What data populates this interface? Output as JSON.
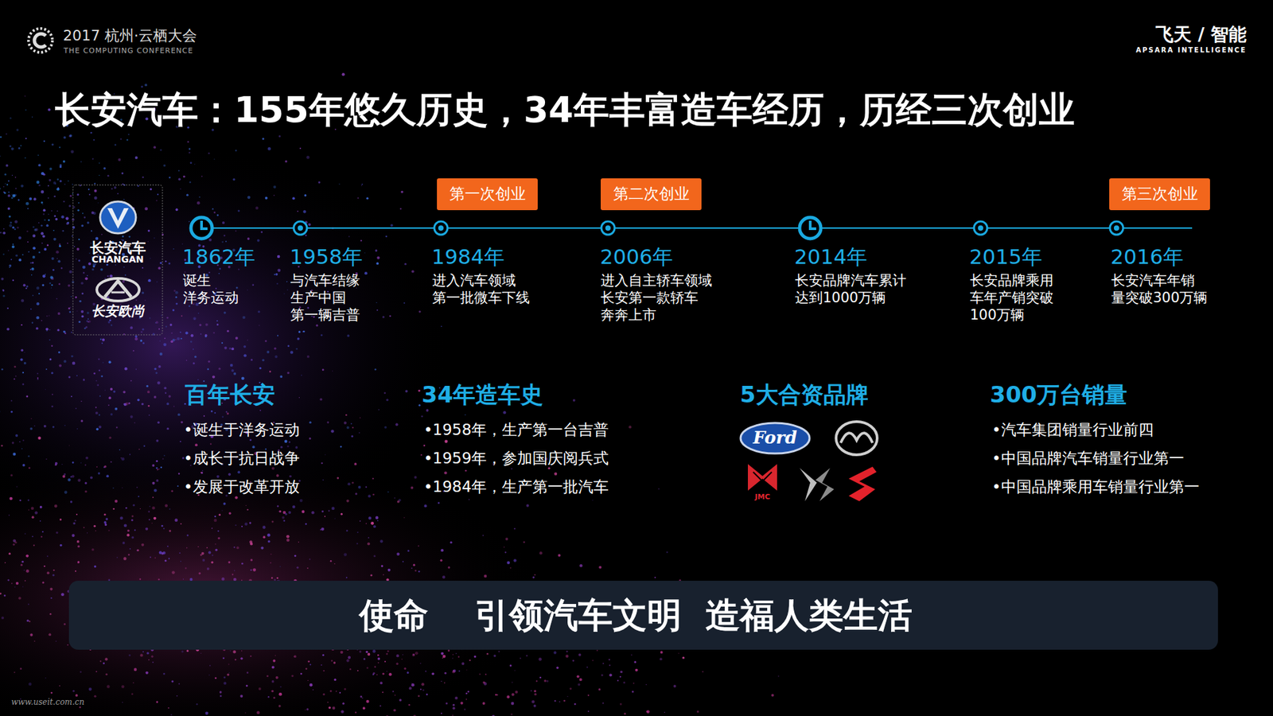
{
  "diagram": {
    "title": "长安汽车：155年悠久历史，34年丰富造车经历，历经三次创业",
    "nodes": [
      {
        "text": [
          "长安汽车",
          "CHANGAN",
          "长安欧尚"
        ]
      },
      {
        "text": [
          "第一次创业"
        ]
      },
      {
        "text": [
          "第二次创业"
        ]
      },
      {
        "text": [
          "第三次创业"
        ]
      },
      {
        "text": [
          "使命",
          "引领汽车文明  造福人类生活"
        ]
      }
    ],
    "labels": [
      "2017 杭州·云栖大会",
      "THE COMPUTING CONFERENCE",
      "飞天 / 智能",
      "APSARA INTELLIGENCE",
      "1862年",
      "诞生 洋务运动",
      "1958年",
      "与汽车结缘 生产中国 第一辆吉普",
      "1984年",
      "进入汽车领域 第一批微车下线",
      "2006年",
      "进入自主轿车领域 长安第一款轿车 奔奔上市",
      "2014年",
      "长安品牌汽车累计 达到1000万辆",
      "2015年",
      "长安品牌乘用 车年产销突破 100万辆",
      "2016年",
      "长安汽车年销 量突破300万辆",
      "百年长安",
      "•诞生于洋务运动",
      "•成长于抗日战争",
      "•发展于改革开放",
      "34年造车史",
      "•1958年，生产第一台吉普",
      "•1959年，参加国庆阅兵式",
      "•1984年，生产第一批汽车",
      "5大合资品牌",
      "Ford",
      "JMC",
      "300万台销量",
      "•汽车集团销量行业前四",
      "•中国品牌汽车销量行业第一",
      "•中国品牌乘用车销量行业第一",
      "www.useit.com.cn"
    ]
  }
}
